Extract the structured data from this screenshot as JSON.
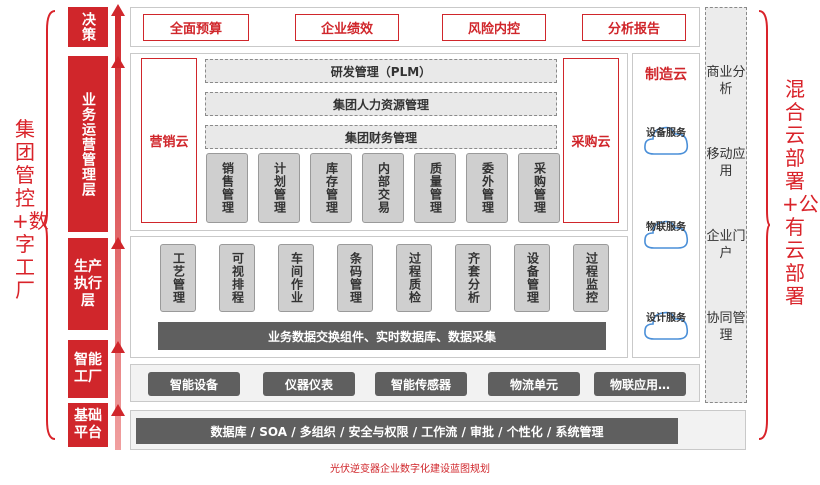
{
  "left_caption": "集团管控+数字工厂",
  "right_caption": "混合云部署+公有云部署",
  "layers": {
    "decision": "决策",
    "operation": "业务运营管理层",
    "execution": "生产执行层",
    "smart_factory": "智能工厂",
    "base_platform": "基础平台"
  },
  "decision_items": [
    "全面预算",
    "企业绩效",
    "风险内控",
    "分析报告"
  ],
  "operation": {
    "left_box": "营销云",
    "right_box": "采购云",
    "bars": [
      "研发管理（PLM）",
      "集团人力资源管理",
      "集团财务管理"
    ],
    "modules": [
      "销售管理",
      "计划管理",
      "库存管理",
      "内部交易",
      "质量管理",
      "委外管理",
      "采购管理"
    ]
  },
  "execution": {
    "modules": [
      "工艺管理",
      "可视排程",
      "车间作业",
      "条码管理",
      "过程质检",
      "齐套分析",
      "设备管理",
      "过程监控"
    ],
    "bar": "业务数据交换组件、实时数据库、数据采集"
  },
  "smart_factory_items": [
    "智能设备",
    "仪器仪表",
    "智能传感器",
    "物流单元",
    "物联应用…"
  ],
  "base_platform_bar": "数据库 / SOA / 多组织 / 安全与权限 / 工作流 / 审批 / 个性化 / 系统管理",
  "manufacturing_cloud": {
    "title": "制造云",
    "services": [
      "设备服务",
      "物联服务",
      "设计服务"
    ]
  },
  "right_column": [
    "商业分析",
    "移动应用",
    "企业门户",
    "协同管理"
  ],
  "caption": "光伏逆变器企业数字化建设蓝图规划",
  "colors": {
    "accent": "#d0262b",
    "dark": "#5f5f5f",
    "module": "#cfcfcf"
  }
}
